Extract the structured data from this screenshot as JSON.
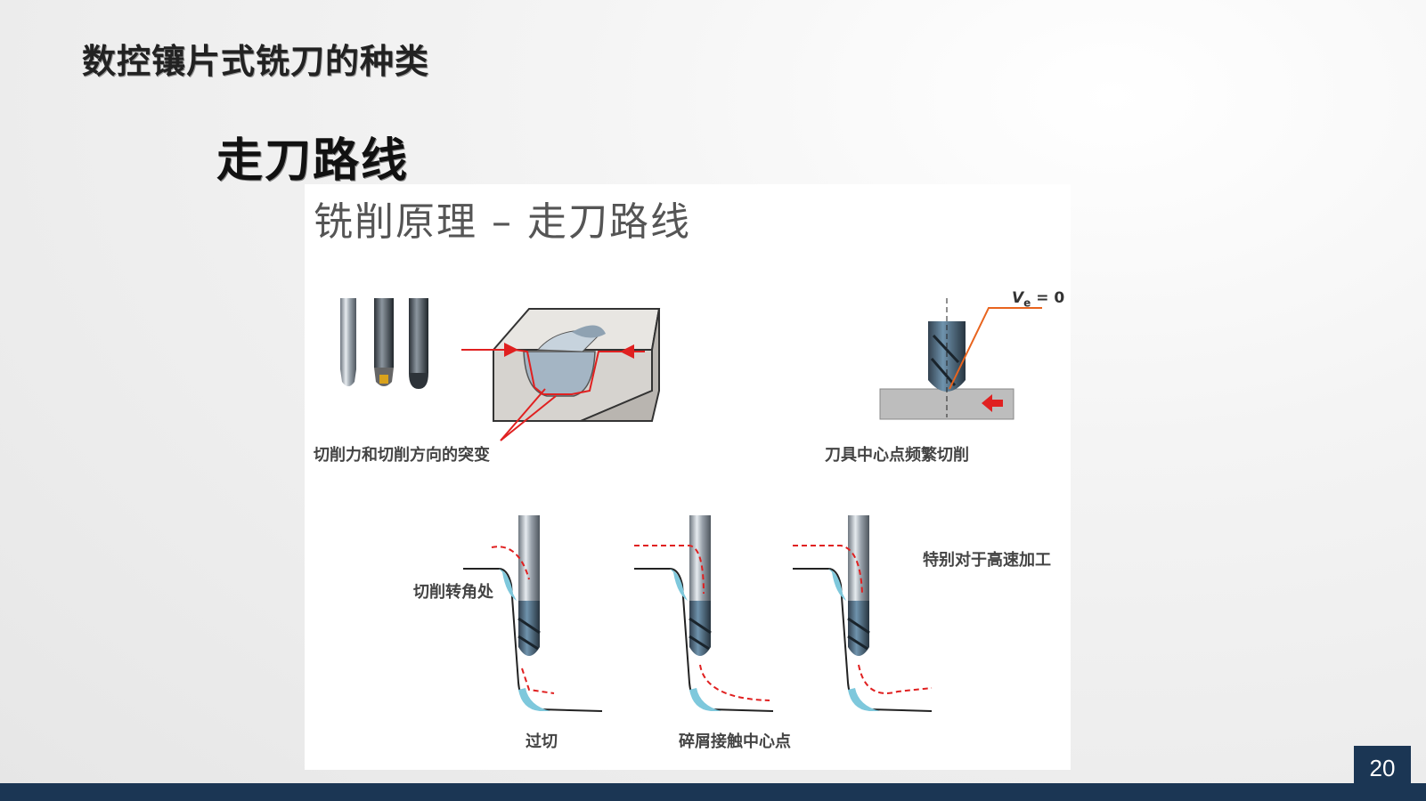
{
  "slide": {
    "title": "数控镶片式铣刀的种类",
    "subtitle": "走刀路线",
    "page_number": "20"
  },
  "figure": {
    "heading": "铣削原理 – 走刀路线",
    "captions": {
      "cut_direction_change": "切削力和切削方向的突变",
      "center_point_cutting": "刀具中心点频繁切削",
      "corner_cutting": "切削转角处",
      "overcut": "过切",
      "chip_contact_center": "碎屑接触中心点",
      "high_speed": "特别对于高速加工"
    },
    "ve_label": {
      "symbol": "V",
      "subscript": "e",
      "value": " = 0"
    }
  },
  "colors": {
    "accent_red": "#e02020",
    "arrow_orange": "#e8641e",
    "footer_navy": "#1b3654",
    "coolant_blue": "#7ec8dc"
  }
}
